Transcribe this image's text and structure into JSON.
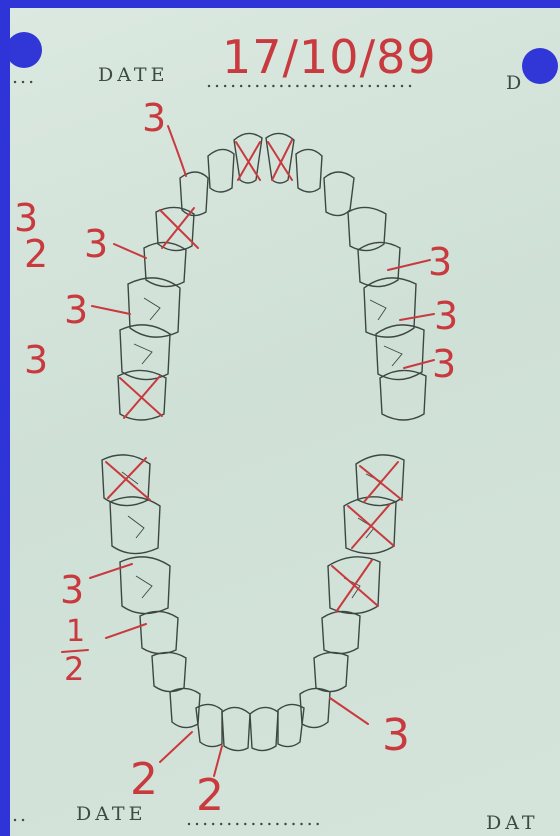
{
  "card": {
    "date_label": "DATE",
    "dots_top": "..........................",
    "dots_bottom": ".................",
    "dots_left_prefix": "...",
    "dots_left_prefix_bottom": "..",
    "handwritten_date": "17/10/89",
    "right_date_label_top": "D",
    "right_date_label_bottom": "DAT",
    "ink_color": "#c83a3e"
  },
  "annotations": {
    "upper_right_1": "3",
    "upper_right_2": "3",
    "upper_right_3": "3",
    "upper_left_top": "3",
    "upper_left_mid": "3",
    "upper_left_low": "3",
    "edge_1": "3",
    "edge_2": "2",
    "edge_3": "3",
    "lower_left_1": "3",
    "lower_left_fraction_num": "1",
    "lower_left_fraction_den": "2",
    "lower_right": "3",
    "lower_front_1": "2",
    "lower_front_2": "2"
  }
}
